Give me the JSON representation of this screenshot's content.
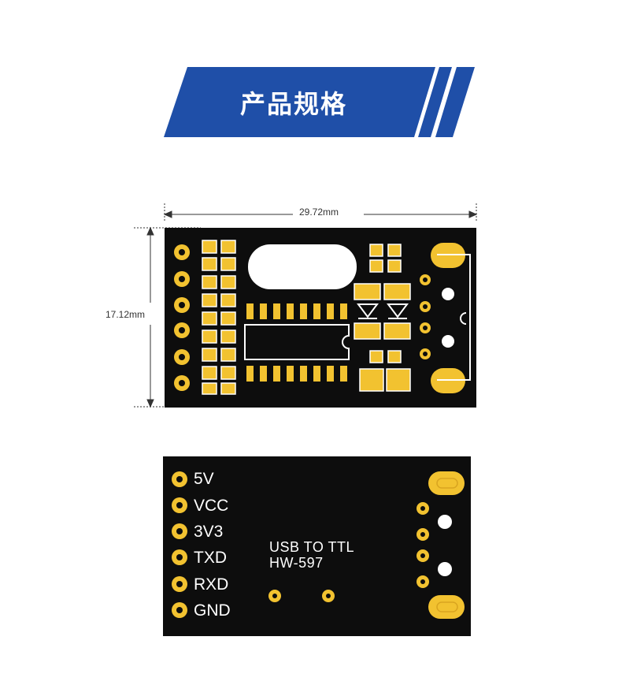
{
  "banner": {
    "title": "产品规格",
    "color": "#1f4fa8"
  },
  "dimensions": {
    "width_label": "29.72mm",
    "height_label": "17.12mm"
  },
  "board_back": {
    "pins": [
      "5V",
      "VCC",
      "3V3",
      "TXD",
      "RXD",
      "GND"
    ],
    "text_line1": "USB TO TTL",
    "text_line2": "HW-597"
  },
  "colors": {
    "pcb": "#0d0d0d",
    "pad": "#f2c230",
    "silk": "#ffffff"
  }
}
